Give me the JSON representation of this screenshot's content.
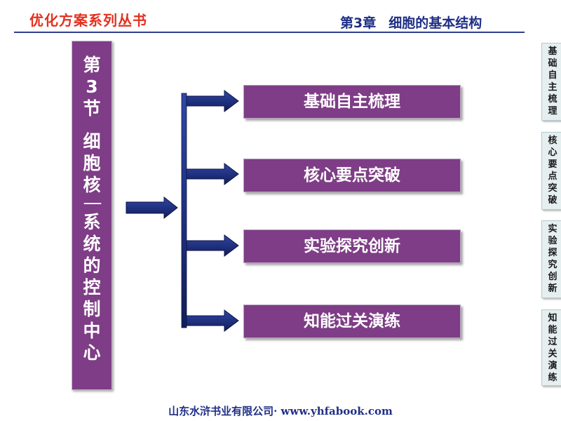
{
  "header": {
    "series": "优化方案系列丛书",
    "chapter": "第3章",
    "chapter_title": "细胞的基本结构"
  },
  "section": {
    "chars": [
      "第",
      "3",
      "节",
      "细",
      "胞",
      "核",
      "——",
      "系",
      "统",
      "的",
      "控",
      "制",
      "中",
      "心"
    ]
  },
  "menu": {
    "items": [
      {
        "label": "基础自主梳理"
      },
      {
        "label": "核心要点突破"
      },
      {
        "label": "实验探究创新"
      },
      {
        "label": "知能过关演练"
      }
    ]
  },
  "sidebar": {
    "tabs": [
      {
        "chars": [
          "基",
          "础",
          "自",
          "主",
          "梳",
          "理"
        ]
      },
      {
        "chars": [
          "核",
          "心",
          "要",
          "点",
          "突",
          "破"
        ]
      },
      {
        "chars": [
          "实",
          "验",
          "探",
          "究",
          "创",
          "新"
        ]
      },
      {
        "chars": [
          "知",
          "能",
          "过",
          "关",
          "演",
          "练"
        ]
      }
    ]
  },
  "footer": {
    "text": "山东水浒书业有限公司· www.yhfabook.com"
  },
  "colors": {
    "accent_purple": "#7e3d86",
    "navy": "#1f2f86",
    "series_red": "#e4311f",
    "tab_bg": "#e6eff0"
  }
}
